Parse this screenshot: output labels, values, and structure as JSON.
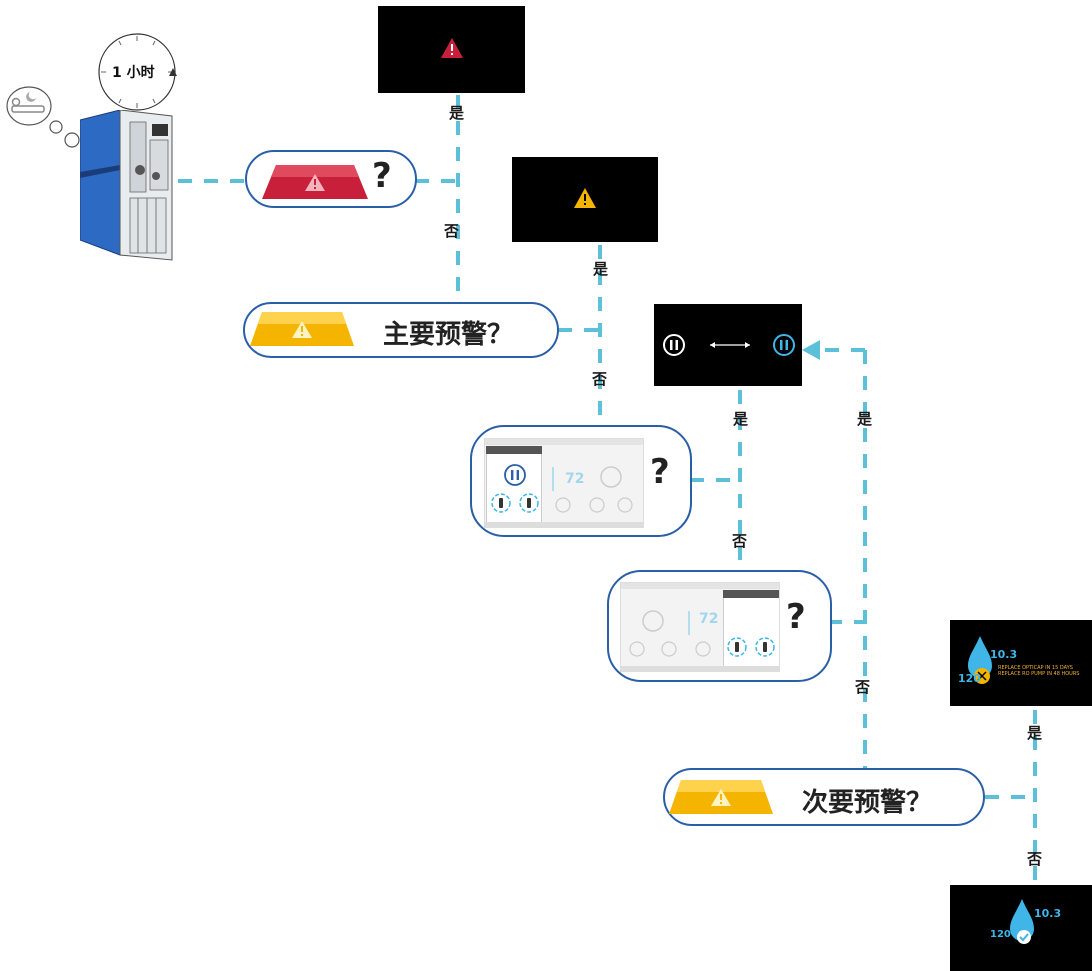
{
  "clock": {
    "label": "1 小时"
  },
  "labels": {
    "yes": "是",
    "no": "否"
  },
  "questions": {
    "critical_mark": "?",
    "major": "主要预警？",
    "pump1_mark": "?",
    "pump2_mark": "?",
    "minor": "次要预警？"
  },
  "screens": {
    "minor_alert": {
      "value": "10.3",
      "count": "120",
      "line1": "REPLACE OPTICAP IN 15 DAYS",
      "line2": "REPLACE RO PUMP IN 48 HOURS"
    },
    "ok": {
      "value": "10.3",
      "count": "120"
    },
    "thumb_value": "72"
  },
  "colors": {
    "line": "#5bc0d8",
    "pill_border": "#2a5fa8",
    "critical": "#c8203a",
    "warning": "#f5b400",
    "accent": "#3fb5e8"
  }
}
